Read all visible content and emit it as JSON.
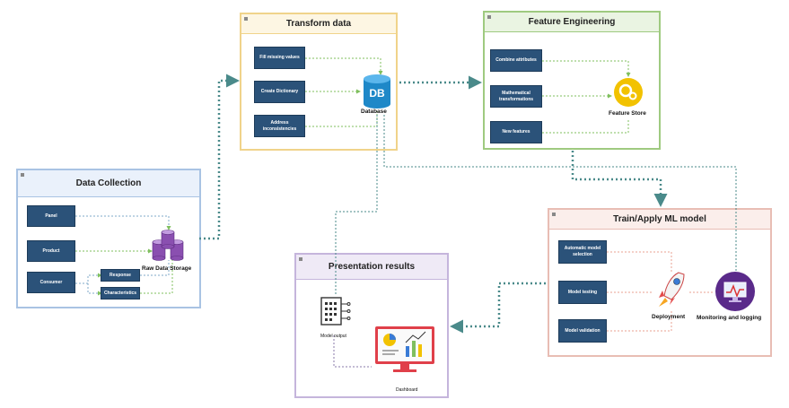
{
  "groups": {
    "transform": {
      "title": "Transform data",
      "border": "#f0d38a",
      "header_bg": "#fdf6e3"
    },
    "feature": {
      "title": "Feature Engineering",
      "border": "#9fca80",
      "header_bg": "#eaf4e2"
    },
    "collection": {
      "title": "Data Collection",
      "border": "#a9c3e3",
      "header_bg": "#eaf1fb"
    },
    "train": {
      "title": "Train/Apply ML model",
      "border": "#e8bdb4",
      "header_bg": "#fbeeeb"
    },
    "presentation": {
      "title": "Presentation results",
      "border": "#c5b5dc",
      "header_bg": "#efeaf6"
    }
  },
  "nodes": {
    "fill_missing": "Fill missing values",
    "create_dictionary": "Create Dictionary",
    "address_inconsistencies": "Address inconsistencies",
    "combine_attributes": "Combine attributes",
    "math_transformations": "Mathematical transformations",
    "new_features": "New features",
    "panel": "Panel",
    "product": "Product",
    "consumer": "Consumer",
    "response": "Response",
    "characteristics": "Characteristics",
    "auto_model_selection": "Automatic model selection",
    "model_testing": "Model testing",
    "model_validation": "Model validation"
  },
  "labels": {
    "database": "Database",
    "database_icon_text": "DB",
    "feature_store": "Feature Store",
    "raw_data_storage": "Raw Data Storage",
    "deployment": "Deployment",
    "monitoring": "Monitoring and logging",
    "model_output": "Model output",
    "dashboard": "Dashboard"
  },
  "colors": {
    "node": "#2b5279",
    "link_teal": "#4a8a8a",
    "link_green": "#7fbf5e",
    "db_blue": "#1e88c8",
    "store_yellow": "#f2c200",
    "barrel_purple": "#8a4fb0",
    "monitor_purple": "#5a2a8a",
    "dashboard_red": "#e0404a"
  },
  "icons": {
    "database": "database-icon",
    "feature_store": "gear-storage-icon",
    "raw_data": "storage-barrels-icon",
    "deployment": "rocket-icon",
    "monitoring": "monitor-icon",
    "model_output": "document-chip-icon",
    "dashboard": "dashboard-screen-icon"
  }
}
